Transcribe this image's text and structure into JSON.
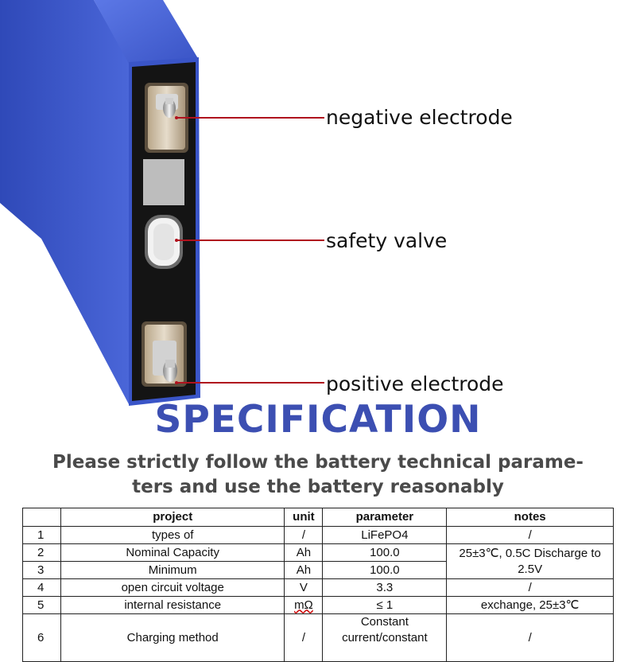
{
  "callouts": {
    "negative": "negative electrode",
    "safety": "safety valve",
    "positive": "positive electrode"
  },
  "title": "SPECIFICATION",
  "subtitle": {
    "line1": "Please strictly follow the battery technical parame-",
    "line2": "ters and use the battery reasonably"
  },
  "table": {
    "headers": {
      "num": "",
      "project": "project",
      "unit": "unit",
      "parameter": "parameter",
      "notes": "notes"
    },
    "rows": [
      {
        "num": "1",
        "project": "types of",
        "unit": "/",
        "parameter": "LiFePO4",
        "notes": "/"
      },
      {
        "num": "2",
        "project": "Nominal Capacity",
        "unit": "Ah",
        "parameter": "100.0",
        "notes": "25±3℃, 0.5C Discharge to 2.5V"
      },
      {
        "num": "3",
        "project": "Minimum",
        "unit": "Ah",
        "parameter": "100.0"
      },
      {
        "num": "4",
        "project": "open circuit voltage",
        "unit": "V",
        "parameter": "3.3",
        "notes": "/"
      },
      {
        "num": "5",
        "project": "internal resistance",
        "unit": "mΩ",
        "parameter": "≤ 1",
        "notes": "exchange,  25±3℃"
      },
      {
        "num": "6",
        "project": "Charging method",
        "unit": "/",
        "parameter": "Constant current/constant",
        "notes": "/"
      }
    ]
  },
  "colors": {
    "battery_blue": "#3b55c8",
    "title_blue": "#3c4fb2",
    "callout_line": "#b0121e"
  }
}
